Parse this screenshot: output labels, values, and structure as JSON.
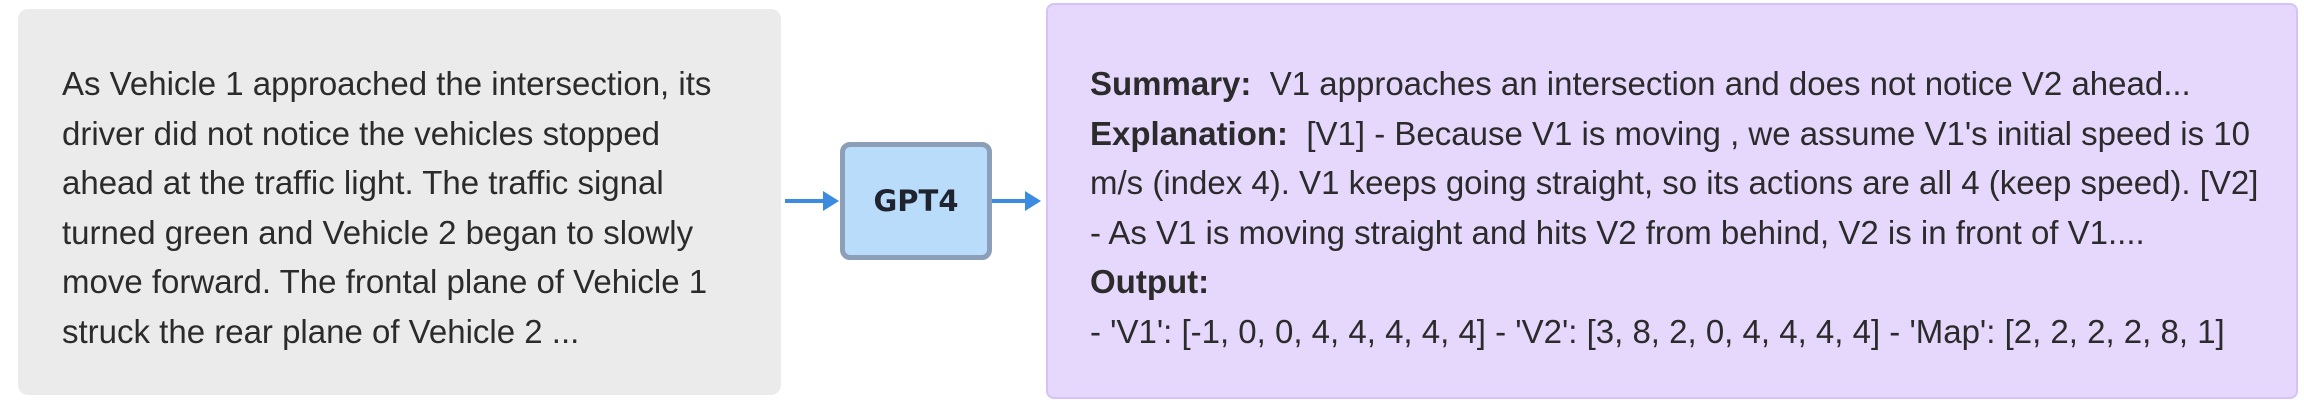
{
  "input": {
    "text": "As Vehicle 1 approached the intersection, its driver did not notice the vehicles stopped ahead at the traffic light. The traffic signal turned green and Vehicle 2 began to slowly move forward. The frontal plane of Vehicle 1 struck the rear plane of Vehicle 2 ..."
  },
  "model": {
    "label": "GPT4"
  },
  "output": {
    "summary_label": "Summary:",
    "summary_text": "V1 approaches an intersection and does not notice V2 ahead...",
    "explanation_label": "Explanation:",
    "explanation_text": "[V1] - Because V1 is moving , we assume V1's initial speed is 10 m/s (index 4). V1 keeps going straight, so its actions are all 4 (keep speed). [V2] - As V1 is moving straight and hits V2 from behind, V2 is in front of V1....",
    "output_label": "Output:",
    "output_text": "- 'V1': [-1, 0, 0, 4, 4, 4, 4, 4] - 'V2': [3, 8, 2, 0, 4, 4, 4, 4] - 'Map': [2, 2, 2, 2, 8, 1]"
  },
  "colors": {
    "input_bg": "#ebebeb",
    "model_bg": "#b9dcfb",
    "model_border": "#8c9eb8",
    "output_bg": "#e6d7fd",
    "arrow": "#3b8be0"
  }
}
